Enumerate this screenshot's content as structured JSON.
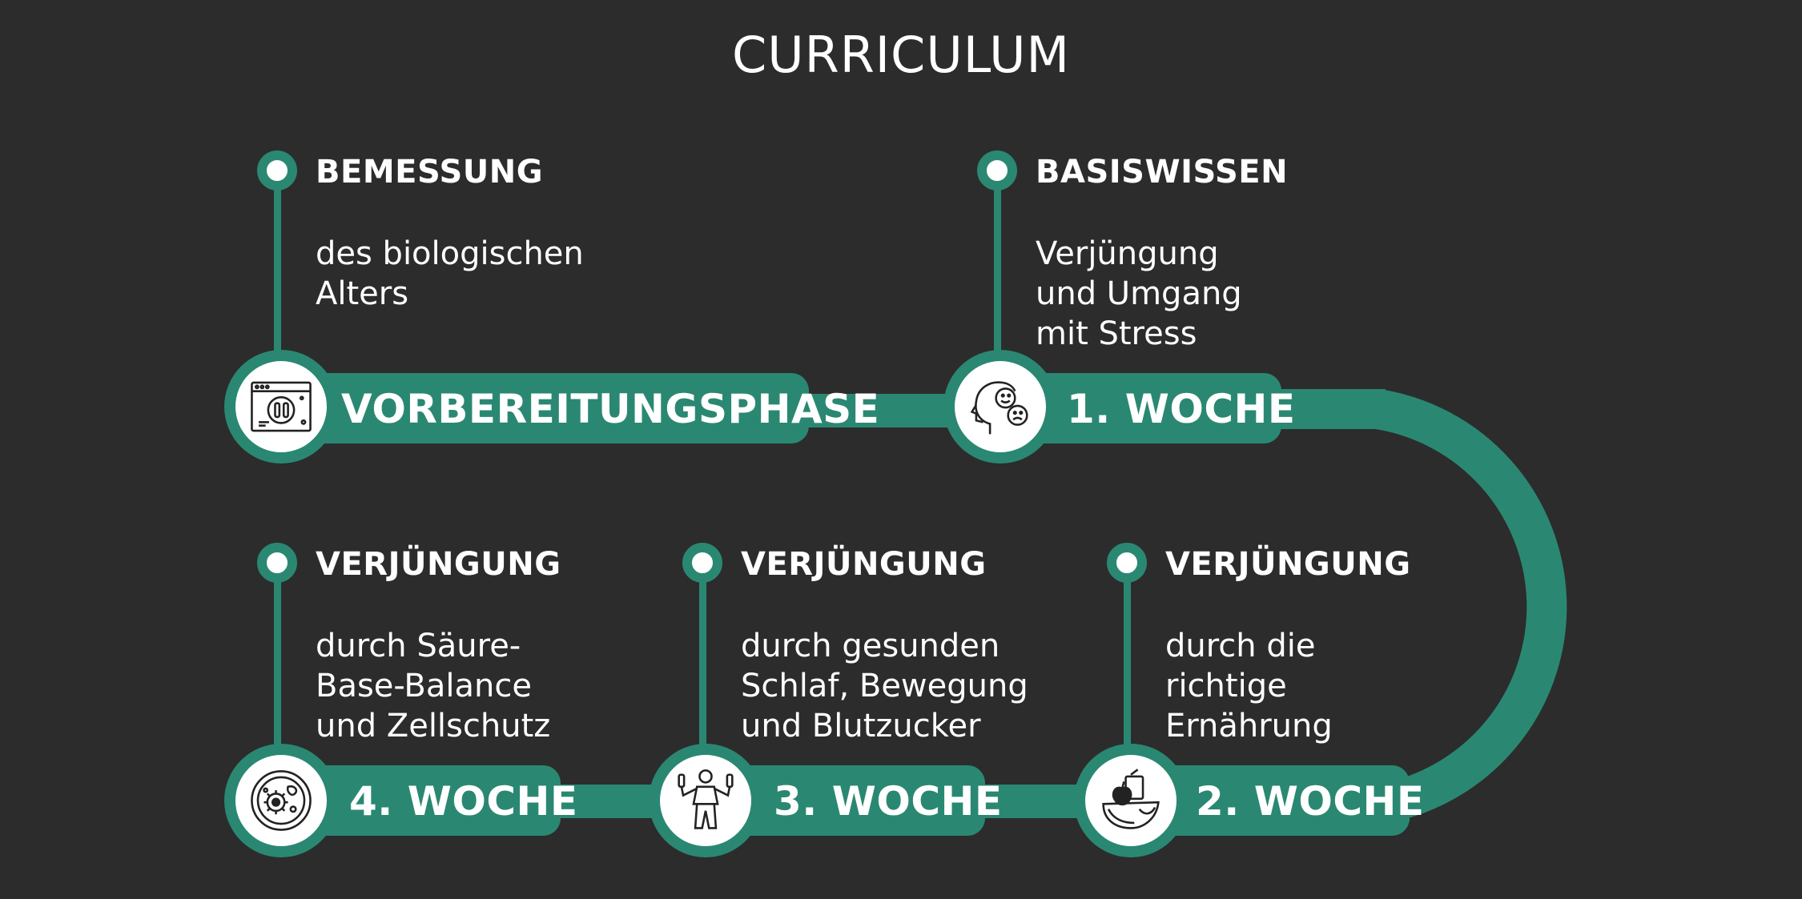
{
  "title": "CURRICULUM",
  "colors": {
    "background": "#2c2c2c",
    "accent": "#2a8872",
    "text": "#ffffff"
  },
  "stages": [
    {
      "label": "VORBEREITUNGSPHASE",
      "heading": "BEMESSUNG",
      "description": "des biologischen\nAlters",
      "icon": "test-tube-analysis-icon"
    },
    {
      "label": "1. WOCHE",
      "heading": "BASISWISSEN",
      "description": "Verjüngung\nund Umgang\nmit Stress",
      "icon": "head-emotions-icon"
    },
    {
      "label": "2. WOCHE",
      "heading": "VERJÜNGUNG",
      "description": "durch die\nrichtige\nErnährung",
      "icon": "healthy-food-icon"
    },
    {
      "label": "3. WOCHE",
      "heading": "VERJÜNGUNG",
      "description": "durch gesunden\nSchlaf, Bewegung\nund Blutzucker",
      "icon": "fitness-person-icon"
    },
    {
      "label": "4. WOCHE",
      "heading": "VERJÜNGUNG",
      "description": "durch Säure-\nBase-Balance\nund Zellschutz",
      "icon": "cell-icon"
    }
  ]
}
